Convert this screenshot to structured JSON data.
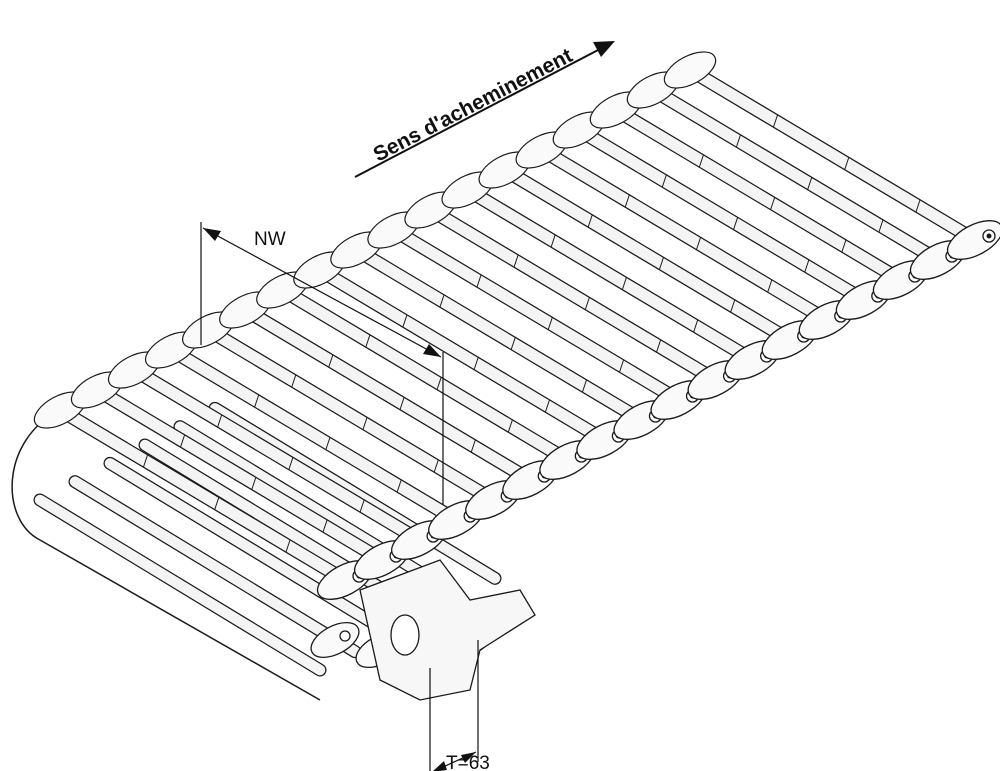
{
  "labels": {
    "direction": "Sens d'acheminement",
    "nominal_width": "NW",
    "pitch": "T=63"
  },
  "drawing": {
    "roller_count": 17,
    "line_color": "#1a1a1a",
    "roller_fill": "#f4f4f4"
  }
}
